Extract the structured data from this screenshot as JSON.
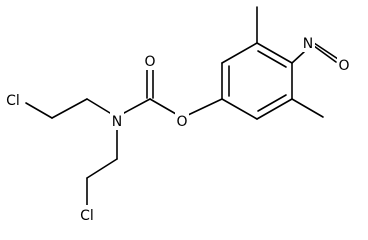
{
  "molecule": {
    "atoms": {
      "cl_top": "Cl",
      "cl_bottom": "Cl",
      "nitrogen": "N",
      "carbonyl_oxygen": "O",
      "ester_oxygen": "O",
      "nitroso_nitrogen": "N",
      "nitroso_oxygen": "O"
    }
  }
}
